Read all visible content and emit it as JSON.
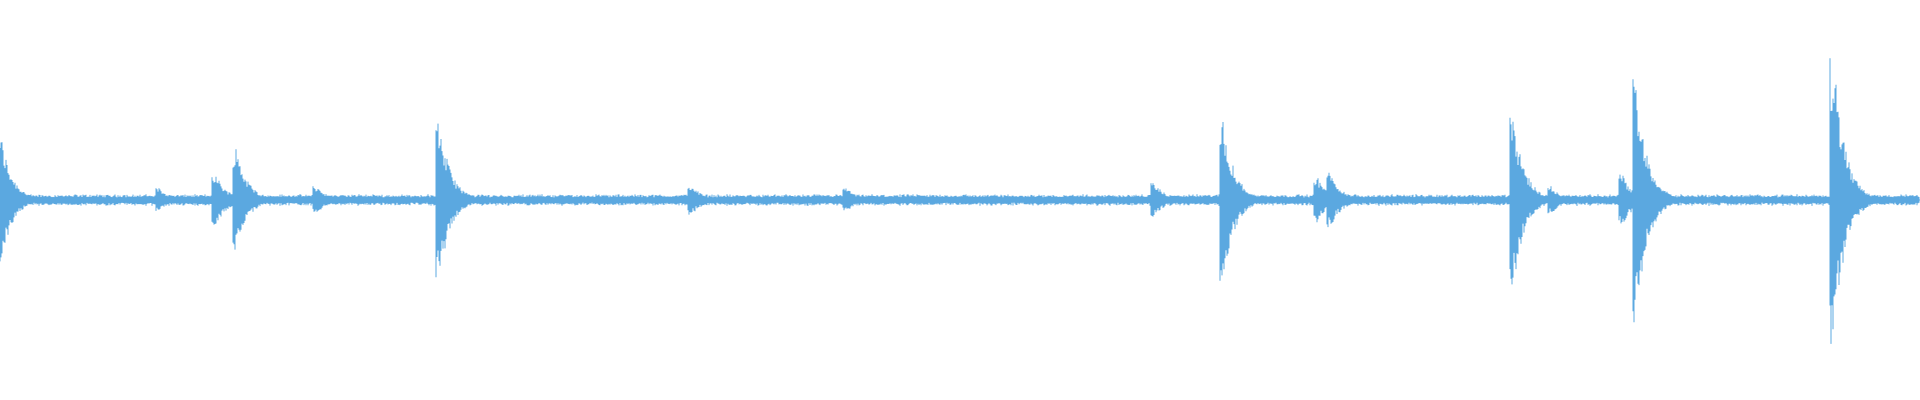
{
  "waveform": {
    "color": "#5ba8e0",
    "background": "#ffffff",
    "duration_fraction_range": [
      0,
      1
    ],
    "baseline_amplitude": 0.03,
    "transients": [
      {
        "t": 0.0,
        "amp": 0.36
      },
      {
        "t": 0.083,
        "amp": 0.06
      },
      {
        "t": 0.112,
        "amp": 0.14
      },
      {
        "t": 0.123,
        "amp": 0.27
      },
      {
        "t": 0.165,
        "amp": 0.07
      },
      {
        "t": 0.229,
        "amp": 0.39
      },
      {
        "t": 0.36,
        "amp": 0.08
      },
      {
        "t": 0.441,
        "amp": 0.06
      },
      {
        "t": 0.601,
        "amp": 0.09
      },
      {
        "t": 0.637,
        "amp": 0.42
      },
      {
        "t": 0.686,
        "amp": 0.12
      },
      {
        "t": 0.693,
        "amp": 0.14
      },
      {
        "t": 0.788,
        "amp": 0.45
      },
      {
        "t": 0.808,
        "amp": 0.07
      },
      {
        "t": 0.845,
        "amp": 0.13
      },
      {
        "t": 0.852,
        "amp": 0.62
      },
      {
        "t": 0.955,
        "amp": 0.72
      }
    ]
  }
}
